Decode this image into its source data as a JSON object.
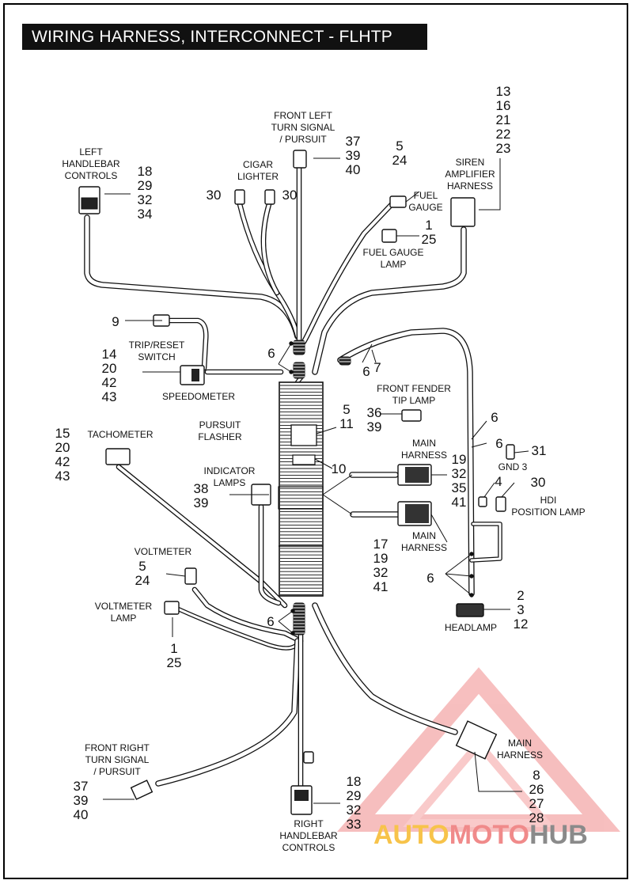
{
  "title": "WIRING HARNESS, INTERCONNECT - FLHTP",
  "labels": {
    "left_handlebar": [
      "LEFT",
      "HANDLEBAR",
      "CONTROLS"
    ],
    "cigar_lighter": [
      "CIGAR",
      "LIGHTER"
    ],
    "front_left_turn": [
      "FRONT LEFT",
      "TURN SIGNAL",
      "/ PURSUIT"
    ],
    "fuel_gauge": [
      "FUEL",
      "GAUGE"
    ],
    "fuel_gauge_lamp": [
      "FUEL GAUGE",
      "LAMP"
    ],
    "siren": [
      "SIREN",
      "AMPLIFIER",
      "HARNESS"
    ],
    "trip_reset": [
      "TRIP/RESET",
      "SWITCH"
    ],
    "speedometer": [
      "SPEEDOMETER"
    ],
    "front_fender": [
      "FRONT FENDER",
      "TIP LAMP"
    ],
    "pursuit_flasher": [
      "PURSUIT",
      "FLASHER"
    ],
    "tachometer": [
      "TACHOMETER"
    ],
    "main_harness_1": [
      "MAIN",
      "HARNESS"
    ],
    "gnd3": [
      "GND 3"
    ],
    "indicator_lamps": [
      "INDICATOR",
      "LAMPS"
    ],
    "hdi_position": [
      "HDI",
      "POSITION LAMP"
    ],
    "main_harness_2": [
      "MAIN",
      "HARNESS"
    ],
    "voltmeter": [
      "VOLTMETER"
    ],
    "voltmeter_lamp": [
      "VOLTMETER",
      "LAMP"
    ],
    "headlamp": [
      "HEADLAMP"
    ],
    "main_harness_3": [
      "MAIN",
      "HARNESS"
    ],
    "front_right_turn": [
      "FRONT RIGHT",
      "TURN SIGNAL",
      "/ PURSUIT"
    ],
    "right_handlebar": [
      "RIGHT",
      "HANDLEBAR",
      "CONTROLS"
    ]
  },
  "callouts": {
    "left_handlebar": [
      "18",
      "29",
      "32",
      "34"
    ],
    "cigar_left": [
      "30"
    ],
    "cigar_right": [
      "30"
    ],
    "front_left_turn": [
      "37",
      "39",
      "40"
    ],
    "fuel_gauge": [
      "5",
      "24"
    ],
    "fuel_gauge_lamp": [
      "1",
      "25"
    ],
    "siren": [
      "13",
      "16",
      "21",
      "22",
      "23"
    ],
    "trip_reset": [
      "9"
    ],
    "clip_top": [
      "6"
    ],
    "clip_fender_a": [
      "6"
    ],
    "clip_fender_b": [
      "7"
    ],
    "speedometer": [
      "14",
      "20",
      "42",
      "43"
    ],
    "front_fender": [
      "36",
      "39"
    ],
    "pursuit_flasher": [
      "5",
      "11"
    ],
    "clip_right_a": [
      "6"
    ],
    "clip_right_b": [
      "6"
    ],
    "gnd3": [
      "31"
    ],
    "tachometer": [
      "15",
      "20",
      "42",
      "43"
    ],
    "flasher_bracket": [
      "10"
    ],
    "main_harness_1": [
      "19",
      "32",
      "35",
      "41"
    ],
    "hdi_a": [
      "4"
    ],
    "hdi_b": [
      "30"
    ],
    "indicator_lamps": [
      "38",
      "39"
    ],
    "main_harness_2": [
      "17",
      "19",
      "32",
      "41"
    ],
    "voltmeter": [
      "5",
      "24"
    ],
    "clip_low_right": [
      "6"
    ],
    "headlamp": [
      "2",
      "3",
      "12"
    ],
    "voltmeter_lamp": [
      "1",
      "25"
    ],
    "clip_bottom": [
      "6"
    ],
    "main_harness_3": [
      "8",
      "26",
      "27",
      "28"
    ],
    "front_right_turn": [
      "37",
      "39",
      "40"
    ],
    "right_handlebar": [
      "18",
      "29",
      "32",
      "33"
    ]
  },
  "watermark": {
    "text_a": "AUTO",
    "text_b": "MOTO",
    "text_c": "HUB",
    "color_a": "#f7c34a",
    "color_b": "#f08a8a",
    "color_c": "#8a8a8a"
  }
}
